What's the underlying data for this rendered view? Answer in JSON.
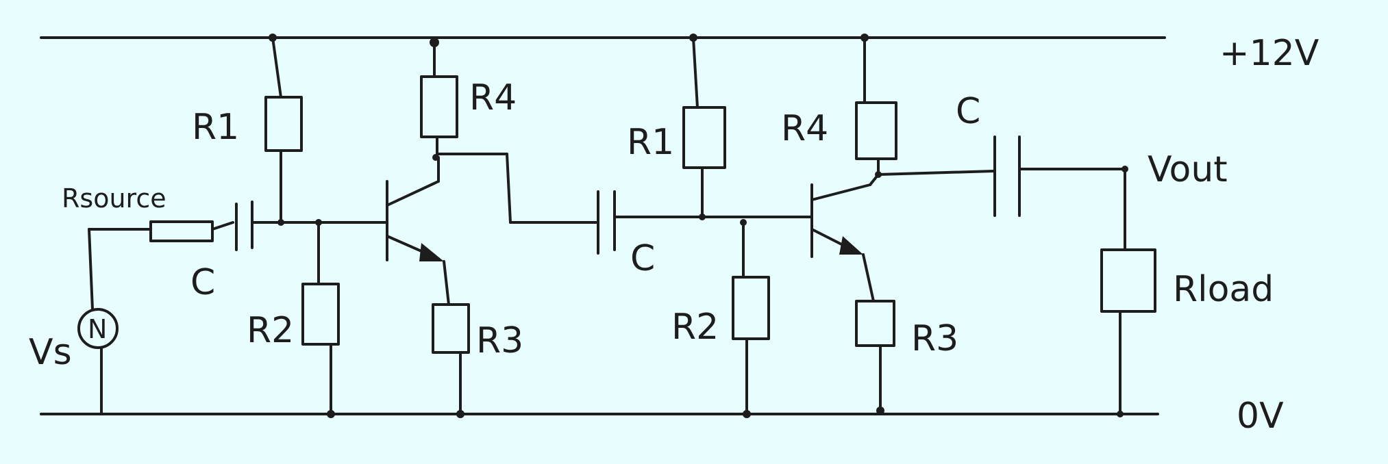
{
  "rails": {
    "supply": "+12V",
    "ground": "0V"
  },
  "source": {
    "label": "Vs",
    "resistor": "Rsource",
    "symbol": "N"
  },
  "stage1": {
    "coupling_cap": "C",
    "r1": "R1",
    "r2": "R2",
    "r3": "R3",
    "r4": "R4"
  },
  "interstage": {
    "coupling_cap": "C"
  },
  "stage2": {
    "r1": "R1",
    "r2": "R2",
    "r3": "R3",
    "r4": "R4"
  },
  "output": {
    "coupling_cap": "C",
    "label": "Vout",
    "load": "Rload"
  },
  "colors": {
    "background": "#e8fdfd",
    "ink": "#1d1d1d"
  }
}
